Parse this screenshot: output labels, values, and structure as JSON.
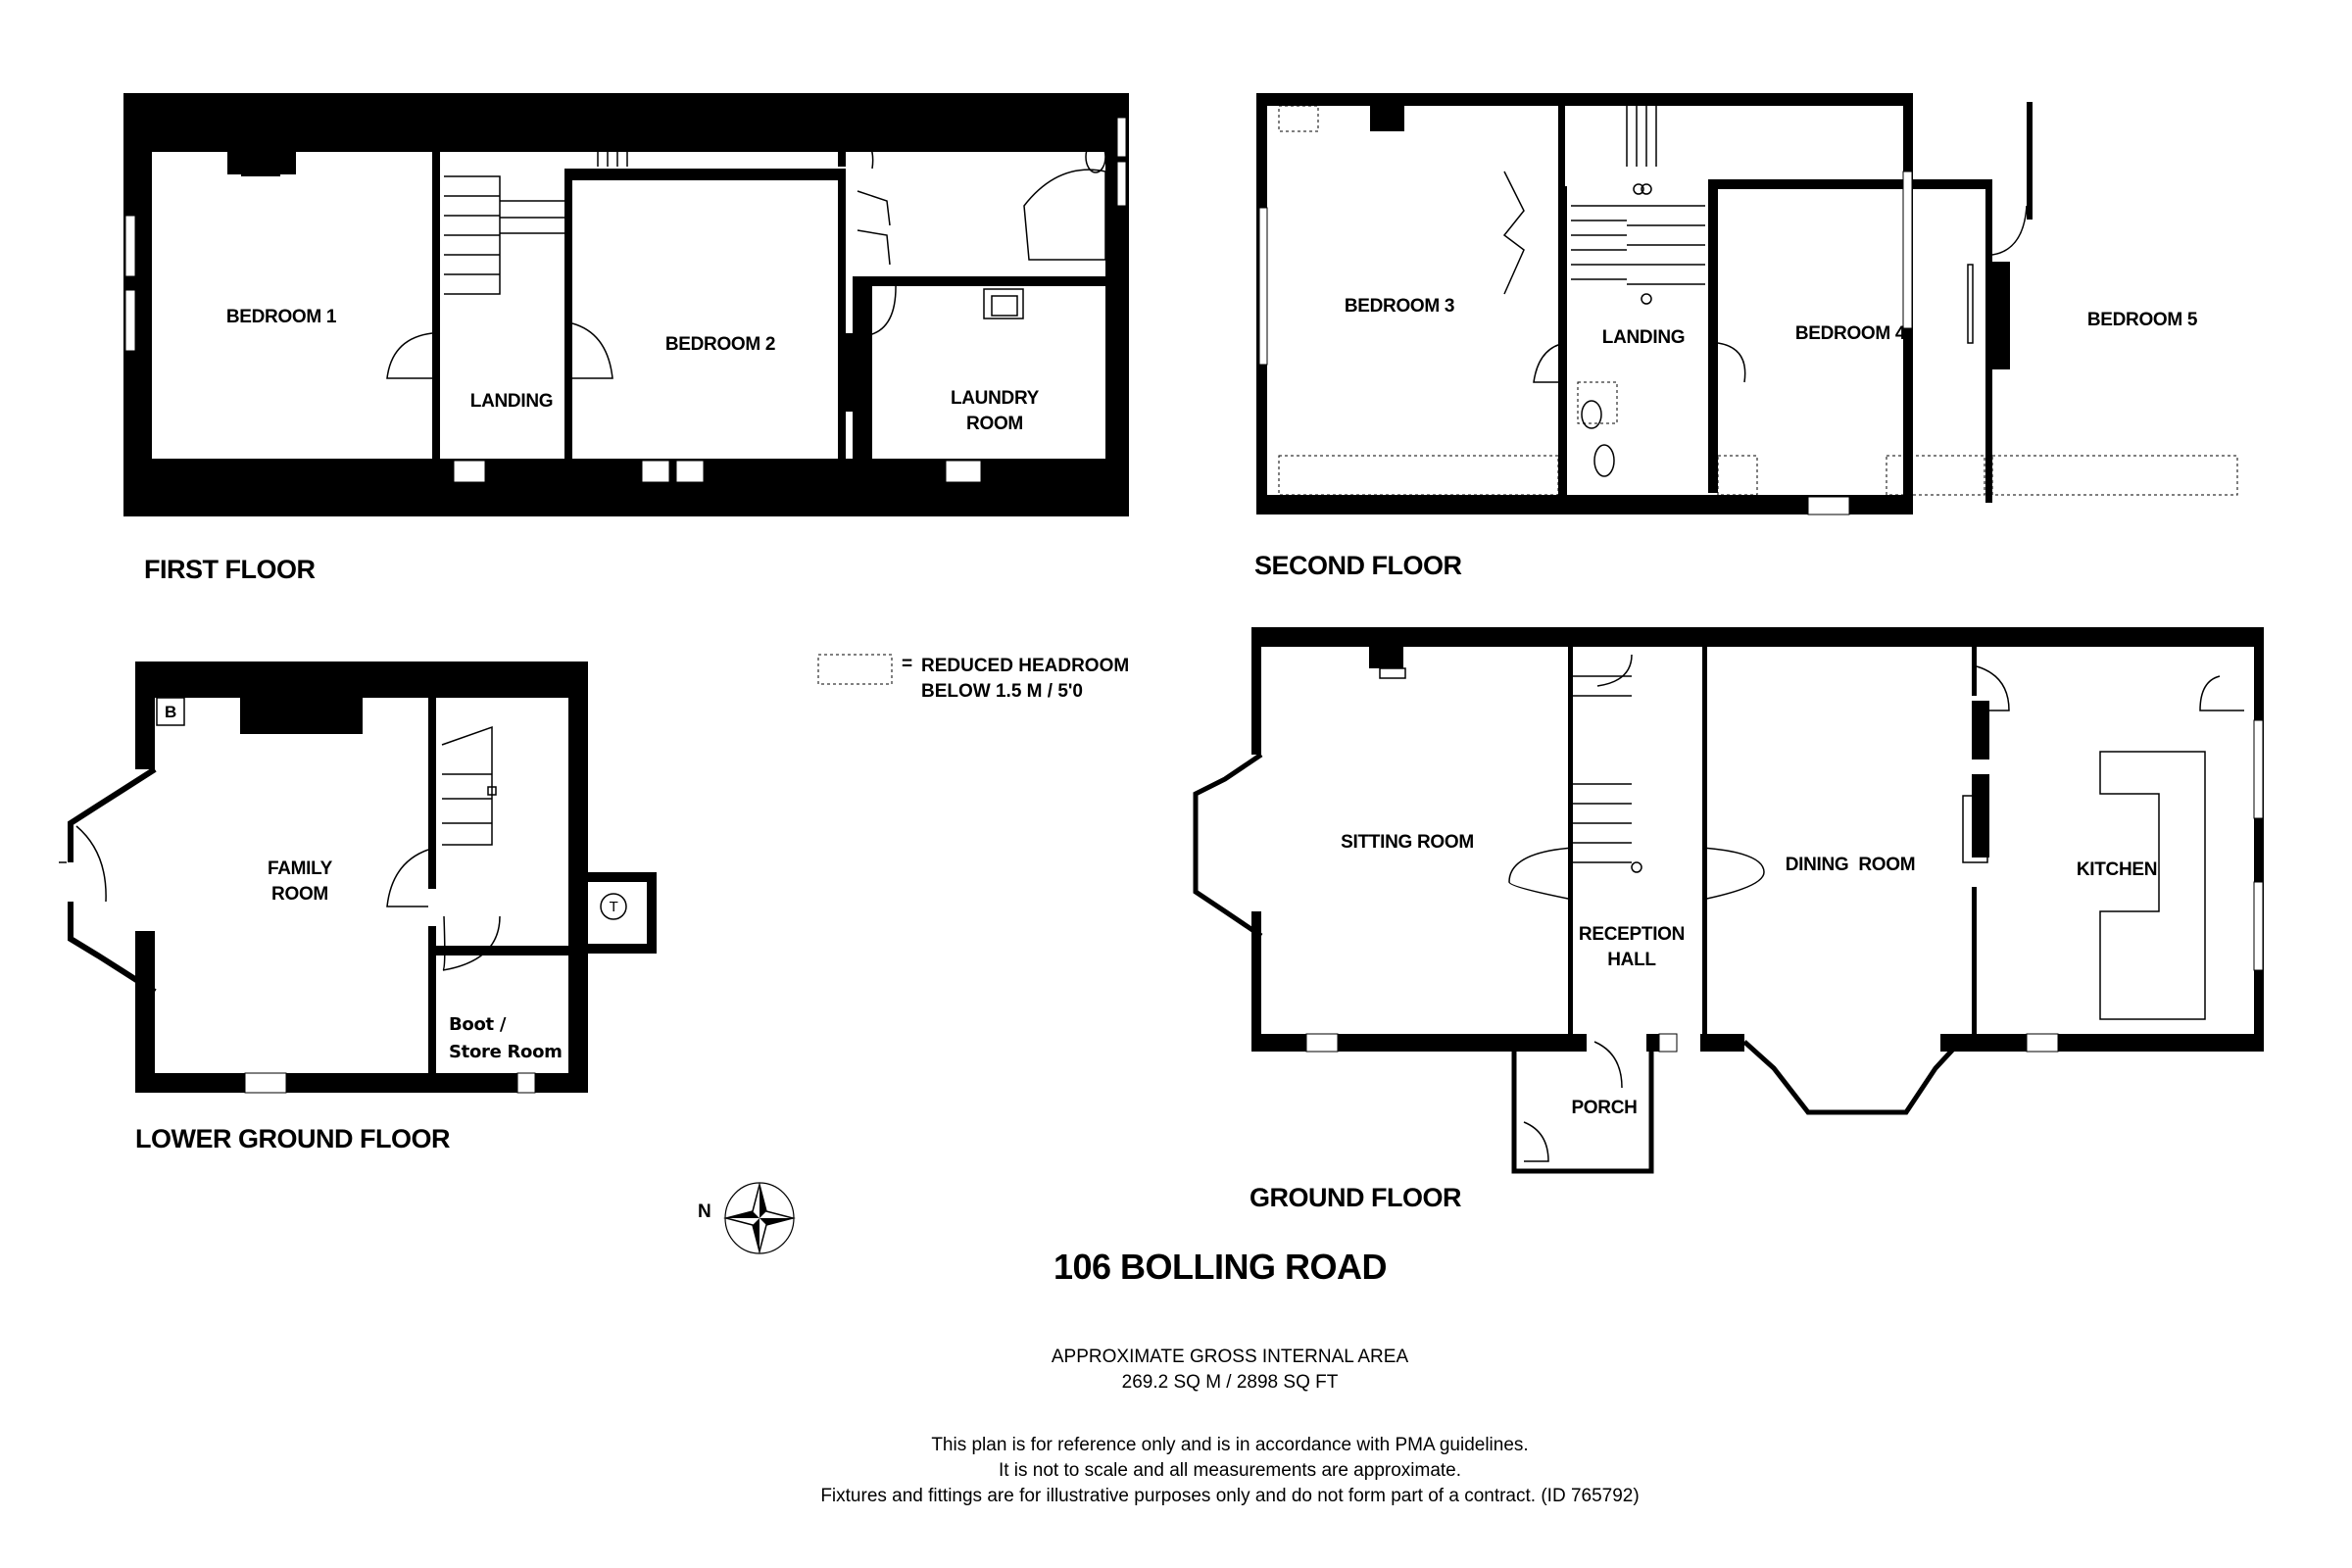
{
  "property": {
    "title": "106 BOLLING ROAD",
    "area_heading": "APPROXIMATE GROSS INTERNAL AREA",
    "area_value": "269.2 SQ M / 2898 SQ FT"
  },
  "disclaimer": {
    "line1": "This plan is for reference only and is in accordance with PMA guidelines.",
    "line2": "It is not to scale and all measurements are approximate.",
    "line3": "Fixtures and fittings are for illustrative purposes only and do not form part of a contract. (ID 765792)"
  },
  "legend": {
    "symbol": "=",
    "line1": "REDUCED HEADROOM",
    "line2": "BELOW 1.5 M / 5'0"
  },
  "compass": {
    "label": "N"
  },
  "floors": {
    "first": {
      "label": "FIRST FLOOR",
      "rooms": {
        "bedroom1": "BEDROOM 1",
        "landing": "LANDING",
        "bedroom2": "BEDROOM 2",
        "laundry": "LAUNDRY\nROOM"
      }
    },
    "second": {
      "label": "SECOND FLOOR",
      "rooms": {
        "bedroom3": "BEDROOM 3",
        "landing": "LANDING",
        "bedroom4": "BEDROOM 4",
        "bedroom5": "BEDROOM 5"
      }
    },
    "lower_ground": {
      "label": "LOWER GROUND FLOOR",
      "rooms": {
        "family": "FAMILY\nROOM",
        "boot": "Boot /\nStore Room",
        "boiler": "B",
        "tank": "T"
      }
    },
    "ground": {
      "label": "GROUND FLOOR",
      "rooms": {
        "sitting": "SITTING ROOM",
        "reception": "RECEPTION\nHALL",
        "dining": "DINING  ROOM",
        "kitchen": "KITCHEN",
        "porch": "PORCH"
      }
    }
  },
  "colors": {
    "wall": "#000000",
    "background": "#ffffff"
  }
}
